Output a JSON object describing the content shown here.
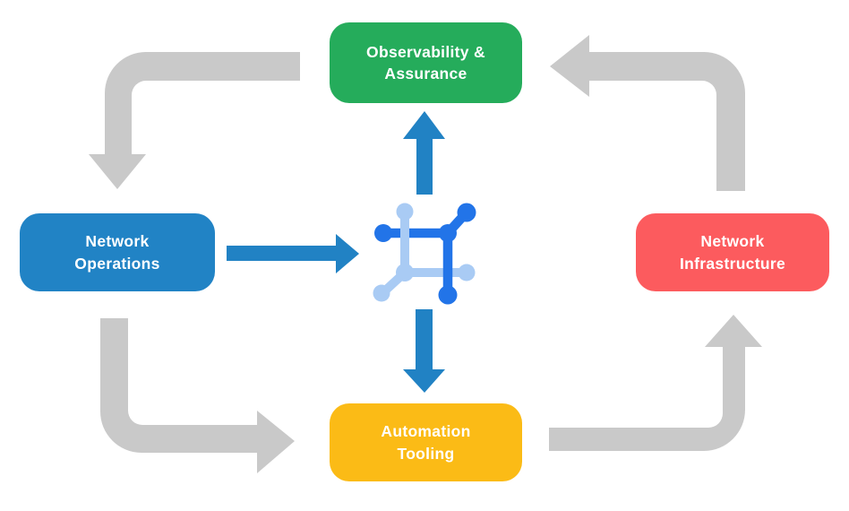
{
  "diagram": {
    "background_color": "#ffffff",
    "cycle_arrow_color": "#C9C9C9",
    "accent_arrow_color": "#2182C4",
    "nodes": {
      "observability": {
        "label": "Observability &\nAssurance",
        "color": "#25AC5B",
        "text_color": "#FFFFFF"
      },
      "operations": {
        "label": "Network\nOperations",
        "color": "#2183C5",
        "text_color": "#FFFFFF"
      },
      "infrastructure": {
        "label": "Network\nInfrastructure",
        "color": "#FC5B5E",
        "text_color": "#FFFFFF"
      },
      "automation": {
        "label": "Automation\nTooling",
        "color": "#FBBB16",
        "text_color": "#FFFFFF"
      }
    },
    "icon": {
      "name": "network-fabric-icon",
      "dark_color": "#2274E8",
      "light_color": "#A9CBF4"
    }
  }
}
